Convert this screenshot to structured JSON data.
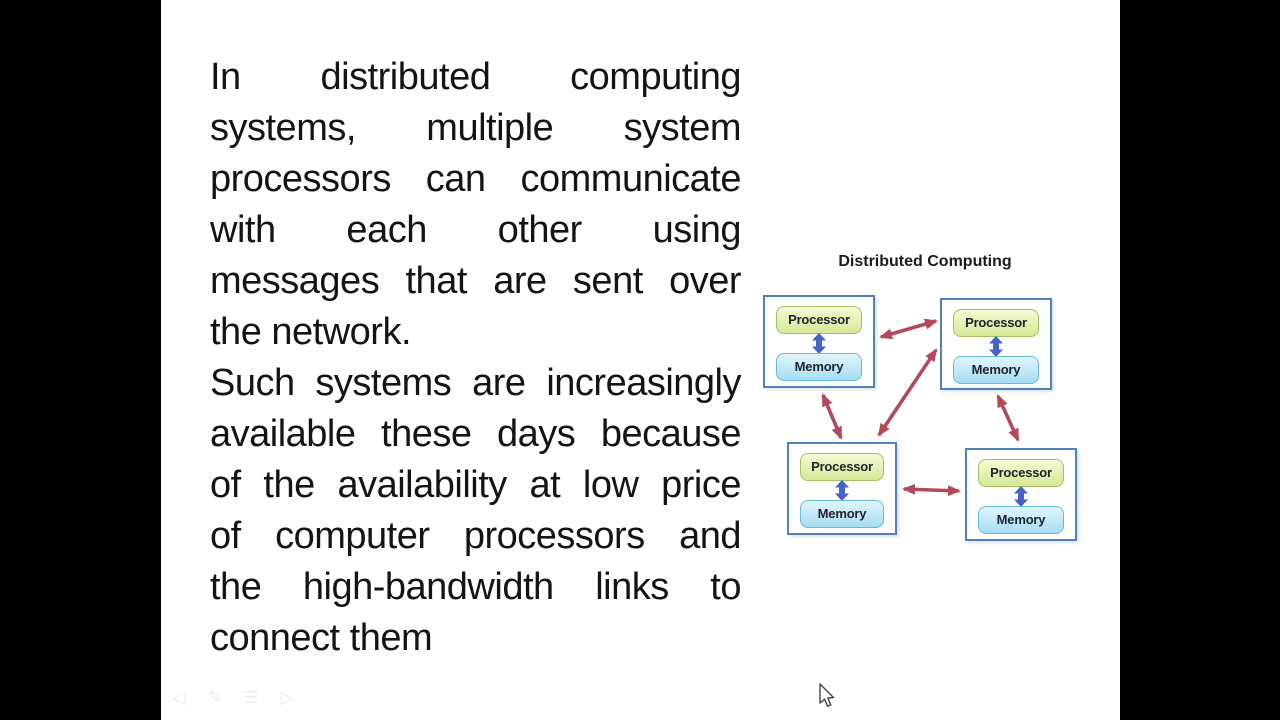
{
  "slide": {
    "background_color": "#ffffff",
    "letterbox_color": "#000000"
  },
  "main_text": {
    "color": "#141414",
    "lines": [
      {
        "text": "In distributed computing"
      },
      {
        "text": "systems, multiple system"
      },
      {
        "text": "processors can communicate"
      },
      {
        "text": "with each other using"
      },
      {
        "text": "messages that are sent over"
      },
      {
        "text": "the network."
      },
      {
        "text": "Such systems are increasingly"
      },
      {
        "text": "available these days because"
      },
      {
        "text": "of the availability at low price"
      },
      {
        "text": "of computer processors and"
      },
      {
        "text": "the high-bandwidth links to"
      },
      {
        "text": "connect them"
      }
    ]
  },
  "diagram": {
    "title": "Distributed Computing",
    "nodes": [
      {
        "id": "top-left",
        "processor_label": "Processor",
        "memory_label": "Memory"
      },
      {
        "id": "top-right",
        "processor_label": "Processor",
        "memory_label": "Memory"
      },
      {
        "id": "bottom-left",
        "processor_label": "Processor",
        "memory_label": "Memory"
      },
      {
        "id": "bottom-right",
        "processor_label": "Processor",
        "memory_label": "Memory"
      }
    ],
    "connections": [
      {
        "from": "top-left",
        "to": "top-right",
        "style": "double-arrow"
      },
      {
        "from": "top-left",
        "to": "bottom-left",
        "style": "double-arrow"
      },
      {
        "from": "bottom-left",
        "to": "top-right",
        "style": "double-arrow"
      },
      {
        "from": "top-right",
        "to": "bottom-right",
        "style": "double-arrow"
      },
      {
        "from": "bottom-left",
        "to": "bottom-right",
        "style": "double-arrow"
      }
    ],
    "colors": {
      "node_border": "#4f81bd",
      "processor_fill_top": "#f4fad4",
      "processor_fill_bottom": "#d5e996",
      "processor_border": "#a4c161",
      "memory_fill_top": "#e1f5fc",
      "memory_fill_bottom": "#a5ddf2",
      "memory_border": "#66bbd9",
      "processor_memory_arrow": "#4862c6",
      "link_arrow": "#b24a5c"
    }
  },
  "presenter_toolbar": {
    "icons": [
      "back-arrow-icon",
      "pen-icon",
      "menu-icon",
      "forward-arrow-icon"
    ],
    "glyphs": {
      "back": "◁",
      "pen": "✎",
      "menu": "☰",
      "forward": "▷"
    }
  }
}
